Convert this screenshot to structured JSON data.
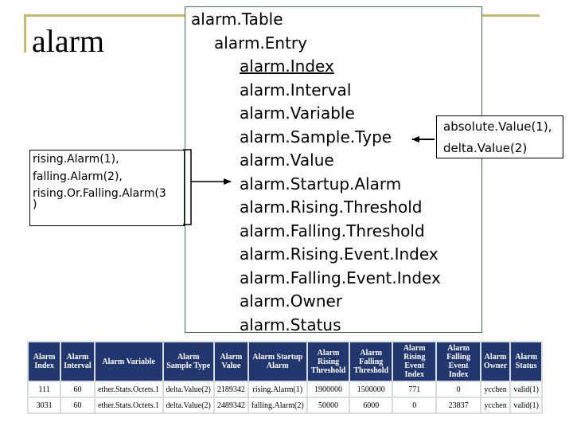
{
  "title": "alarm",
  "left_box": {
    "lines": [
      "rising.Alarm(1),",
      "falling.Alarm(2),",
      "rising.Or.Falling.Alarm(3",
      ")"
    ]
  },
  "tree": [
    "alarm.Table",
    "alarm.Entry",
    "alarm.Index",
    "alarm.Interval",
    "alarm.Variable",
    "alarm.Sample.Type",
    "alarm.Value",
    "alarm.Startup.Alarm",
    "alarm.Rising.Threshold",
    "alarm.Falling.Threshold",
    "alarm.Rising.Event.Index",
    "alarm.Falling.Event.Index",
    "alarm.Owner",
    "alarm.Status"
  ],
  "note": {
    "line1": "absolute.Value(1),",
    "line2": "delta.Value(2)"
  },
  "table": {
    "headers": [
      "Alarm Index",
      "Alarm Interval",
      "Alarm Variable",
      "Alarm Sample Type",
      "Alarm Value",
      "Alarm Startup Alarm",
      "Alarm Rising Threshold",
      "Alarm Falling Threshold",
      "Alarm Rising Event Index",
      "Alarm Falling Event Index",
      "Alarm Owner",
      "Alarm Status"
    ],
    "rows": [
      [
        "111",
        "60",
        "ether.Stats.Octets.1",
        "delta.Value(2)",
        "2189342",
        "rising.Alarm(1)",
        "1900000",
        "1500000",
        "771",
        "0",
        "ycchen",
        "valid(1)"
      ],
      [
        "3031",
        "60",
        "ether.Stats.Octets.1",
        "delta.Value(2)",
        "2489342",
        "falling.Alarm(2)",
        "50000",
        "6000",
        "0",
        "23837",
        "ycchen",
        "valid(1)"
      ]
    ]
  },
  "colors": {
    "border_green": "#3b7a3b",
    "header_navy": "#23376f",
    "decor_gold": "#c9b96a"
  }
}
